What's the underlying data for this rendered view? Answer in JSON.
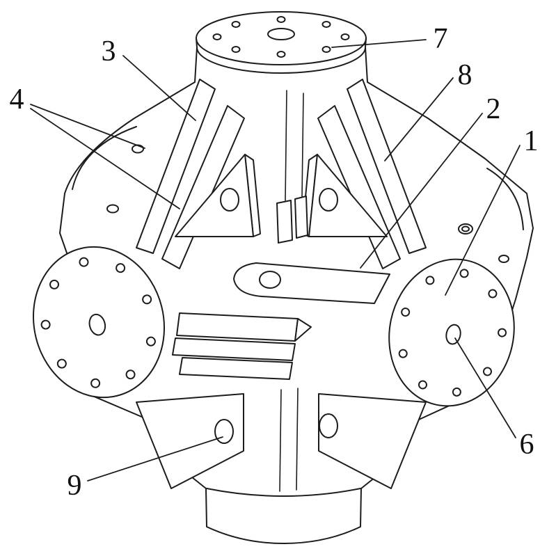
{
  "figure": {
    "background_color": "#ffffff",
    "line_color": "#1c1c1c"
  },
  "callouts": [
    {
      "label": "1"
    },
    {
      "label": "2"
    },
    {
      "label": "3"
    },
    {
      "label": "4"
    },
    {
      "label": "6"
    },
    {
      "label": "7"
    },
    {
      "label": "8"
    },
    {
      "label": "9"
    }
  ]
}
